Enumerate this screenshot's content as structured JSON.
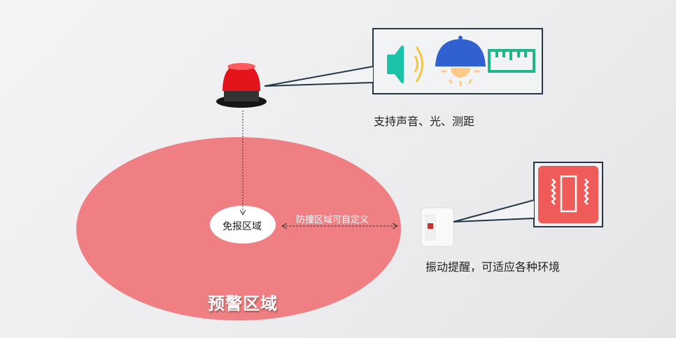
{
  "labels": {
    "alarm_caption": "支持声音、光、测距",
    "vibrate_caption": "振动提醒，可适应各种环境",
    "safe_zone": "免报区域",
    "custom_zone": "防撞区域可自定义",
    "warning_zone": "预警区域"
  },
  "colors": {
    "warning_zone": "#ef7f82",
    "callout_border": "#253648",
    "speaker": "#1cc3a8",
    "lamp": "#3160d0",
    "ruler": "#20b68c",
    "vibrate_bg": "#ee5b58"
  }
}
